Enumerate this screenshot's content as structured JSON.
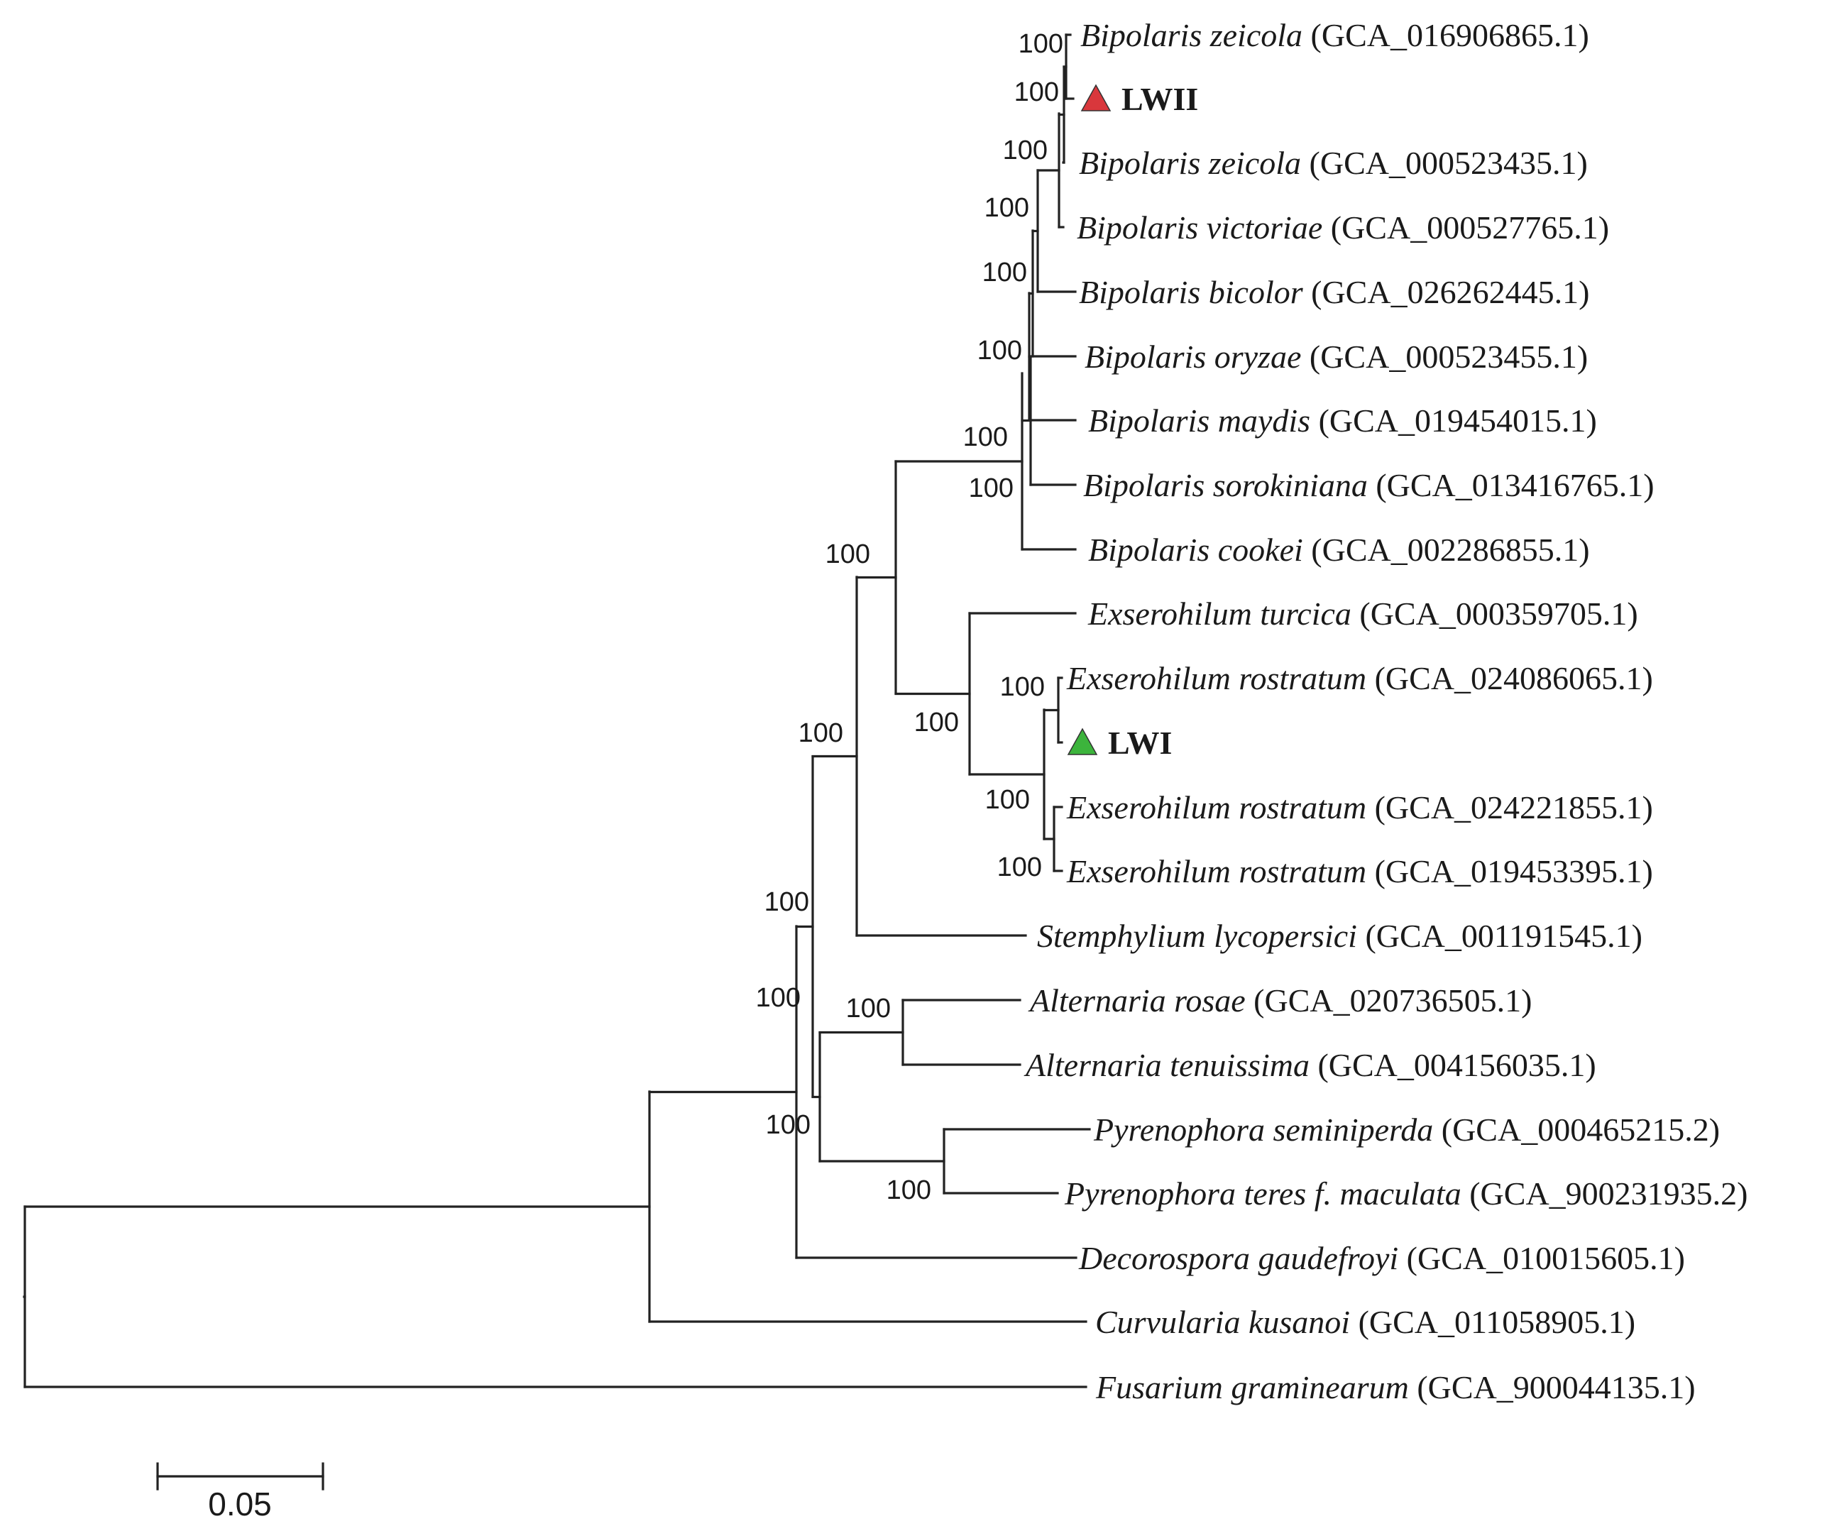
{
  "leaves": [
    {
      "name": "Bipolaris zeicola",
      "accession": "(GCA_016906865.1)"
    },
    {
      "sample": "LWII",
      "marker_color": "#d9373c"
    },
    {
      "name": "Bipolaris zeicola",
      "accession": "(GCA_000523435.1)"
    },
    {
      "name": "Bipolaris victoriae",
      "accession": "(GCA_000527765.1)"
    },
    {
      "name": "Bipolaris bicolor",
      "accession": "(GCA_026262445.1)"
    },
    {
      "name": "Bipolaris oryzae",
      "accession": "(GCA_000523455.1)"
    },
    {
      "name": "Bipolaris maydis",
      "accession": "(GCA_019454015.1)"
    },
    {
      "name": "Bipolaris sorokiniana",
      "accession": "(GCA_013416765.1)"
    },
    {
      "name": "Bipolaris cookei",
      "accession": "(GCA_002286855.1)"
    },
    {
      "name": "Exserohilum turcica",
      "accession": "(GCA_000359705.1)"
    },
    {
      "name": "Exserohilum rostratum",
      "accession": "(GCA_024086065.1)"
    },
    {
      "sample": "LWI",
      "marker_color": "#3cb43c"
    },
    {
      "name": "Exserohilum rostratum",
      "accession": "(GCA_024221855.1)"
    },
    {
      "name": "Exserohilum rostratum",
      "accession": "(GCA_019453395.1)"
    },
    {
      "name": "Stemphylium lycopersici",
      "accession": "(GCA_001191545.1)"
    },
    {
      "name": "Alternaria rosae",
      "accession": "(GCA_020736505.1)"
    },
    {
      "name": "Alternaria tenuissima",
      "accession": "(GCA_004156035.1)"
    },
    {
      "name": "Pyrenophora seminiperda",
      "accession": "(GCA_000465215.2)"
    },
    {
      "name": "Pyrenophora teres f. maculata",
      "accession": "(GCA_900231935.2)"
    },
    {
      "name": "Decorospora gaudefroyi",
      "accession": "(GCA_010015605.1)"
    },
    {
      "name": "Curvularia kusanoi",
      "accession": "(GCA_011058905.1)"
    },
    {
      "name": "Fusarium graminearum",
      "accession": "(GCA_900044135.1)"
    }
  ],
  "support_values": [
    "100",
    "100",
    "100",
    "100",
    "100",
    "100",
    "100",
    "100",
    "100",
    "100",
    "100",
    "100",
    "100",
    "100",
    "100",
    "100",
    "100",
    "100",
    "100"
  ],
  "scale_bar": {
    "label": "0.05",
    "length": 0.05
  }
}
